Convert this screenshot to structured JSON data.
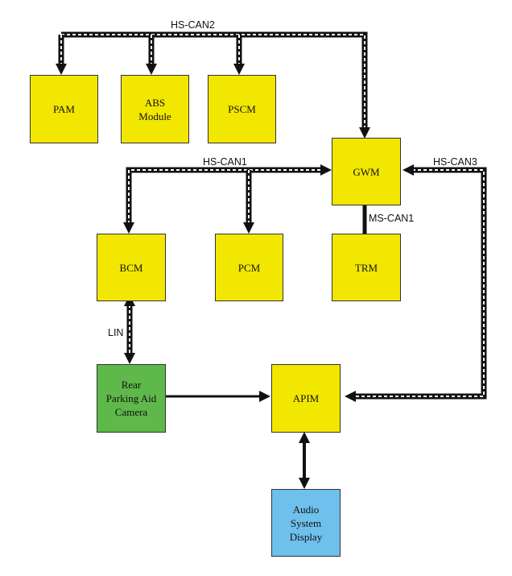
{
  "modules": {
    "pam": "PAM",
    "abs": "ABS\nModule",
    "pscm": "PSCM",
    "gwm": "GWM",
    "bcm": "BCM",
    "pcm": "PCM",
    "trm": "TRM",
    "camera": "Rear\nParking Aid\nCamera",
    "apim": "APIM",
    "audio": "Audio\nSystem\nDisplay"
  },
  "buses": {
    "hs_can2": "HS-CAN2",
    "hs_can1": "HS-CAN1",
    "hs_can3": "HS-CAN3",
    "ms_can1": "MS-CAN1",
    "lin": "LIN"
  },
  "colors": {
    "module_yellow": "#f2e700",
    "camera_green": "#5fb84a",
    "audio_blue": "#6fc0ec",
    "bus_dark": "#111111",
    "bus_dash": "#ffffff"
  }
}
